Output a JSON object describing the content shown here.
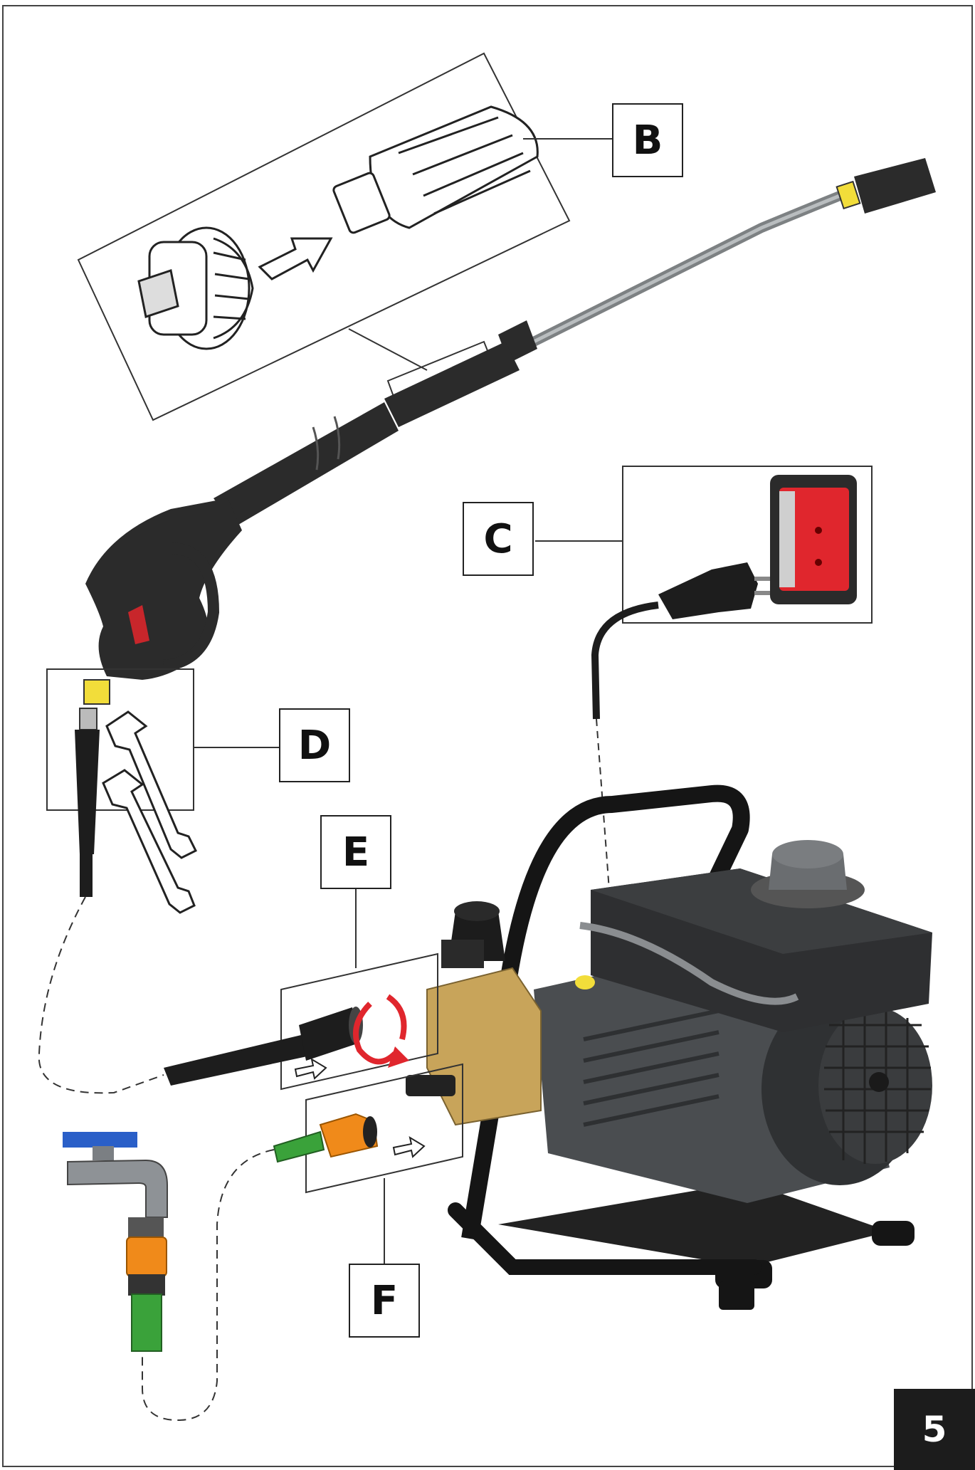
{
  "callouts": {
    "b": "B",
    "c": "C",
    "d": "D",
    "e": "E",
    "f": "F"
  },
  "page_number": "5",
  "colors": {
    "outline": "#2a2a2a",
    "gun_body": "#2b2b2b",
    "lance": "#8d9193",
    "brass": "#c8a45a",
    "yellow_fitting": "#f2dd3a",
    "socket_red": "#e0262d",
    "tap_blue": "#2a5fc8",
    "hose_orange": "#f08a1a",
    "hose_green": "#3aa23a",
    "frame_black": "#151515",
    "motor_grey": "#4a4d50"
  }
}
